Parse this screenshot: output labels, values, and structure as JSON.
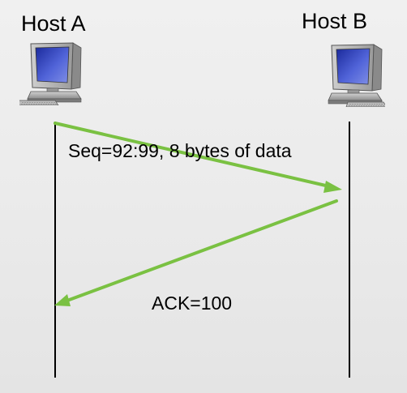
{
  "hosts": {
    "a": {
      "label": "Host A",
      "icon": "desktop-computer-icon"
    },
    "b": {
      "label": "Host B",
      "icon": "desktop-computer-icon"
    }
  },
  "messages": [
    {
      "label": "Seq=92:99, 8 bytes of data",
      "direction": "A to B",
      "color": "#7ac142"
    },
    {
      "label": "ACK=100",
      "direction": "B to A",
      "color": "#7ac142"
    }
  ],
  "colors": {
    "arrow": "#7ac142",
    "timeline": "#000000",
    "screen": "#2a3aa8"
  }
}
